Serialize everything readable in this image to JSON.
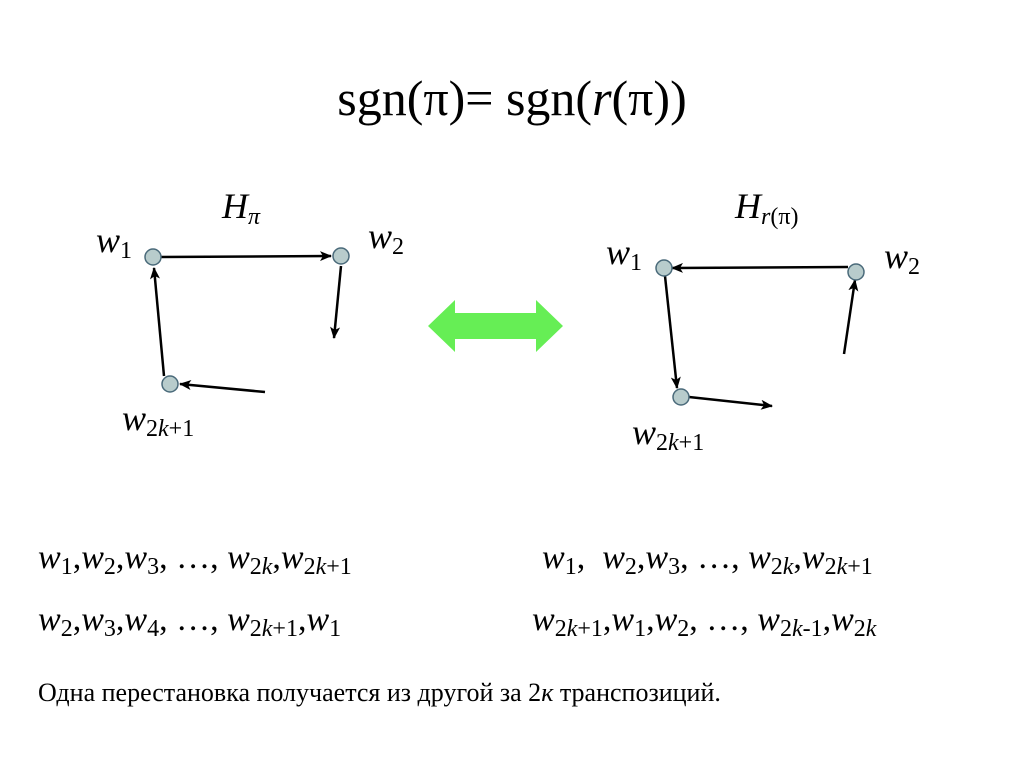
{
  "title": {
    "text_a": "sgn(π)= sgn(",
    "text_r": "r",
    "text_b": "(π))"
  },
  "left_graph": {
    "label_H": "H",
    "label_H_sub": "π",
    "v1": {
      "letter": "w",
      "index": "1"
    },
    "v2": {
      "letter": "w",
      "index": "2"
    },
    "v3": {
      "letter": "w",
      "index_a": "2",
      "index_k": "k",
      "index_b": "+1"
    }
  },
  "right_graph": {
    "label_H": "H",
    "label_H_sub_r": "r",
    "label_H_sub_rest": "(π)",
    "v1": {
      "letter": "w",
      "index": "1"
    },
    "v2": {
      "letter": "w",
      "index": "2"
    },
    "v3": {
      "letter": "w",
      "index_a": "2",
      "index_k": "k",
      "index_b": "+1"
    }
  },
  "colors": {
    "double_arrow": "#66ee55",
    "vertex_fill": "#b8cccc",
    "vertex_stroke": "#4a6a7a",
    "edge": "#000000"
  },
  "icons": {
    "double_arrow": "double-headed-arrow-icon"
  },
  "sequences": {
    "left_row1": {
      "w": "w",
      "c": ",",
      "i1": "1",
      "i2": "2",
      "i3": "3",
      "dots": ", …, ",
      "i2k_a": "2",
      "i2k_k": "k",
      "i2k1_a": "2",
      "i2k1_k": "k",
      "i2k1_b": "+1"
    },
    "left_row2": {
      "w": "w",
      "c": ",",
      "i2": "2",
      "i3": "3",
      "i4": "4",
      "dots": ", …, ",
      "i2k1_a": "2",
      "i2k1_k": "k",
      "i2k1_b": "+1",
      "i1": "1"
    },
    "right_row1": {
      "w": "w",
      "c": ",",
      "cs": ",  ",
      "i1": "1",
      "i2": "2",
      "i3": "3",
      "dots": ", …, ",
      "i2k_a": "2",
      "i2k_k": "k",
      "i2k1_a": "2",
      "i2k1_k": "k",
      "i2k1_b": "+1"
    },
    "right_row2": {
      "w": "w",
      "c": ",",
      "i2k1_a": "2",
      "i2k1_k": "k",
      "i2k1_b": "+1",
      "i1": "1",
      "i2": "2",
      "dots": ", …, ",
      "i2km1_a": "2",
      "i2km1_k": "k",
      "i2km1_b": "-1",
      "i2k_a": "2",
      "i2k_k": "k"
    }
  },
  "caption": {
    "text_a": "Одна перестановка получается из другой за 2",
    "text_k": "к",
    "text_b": " транспозиций."
  }
}
